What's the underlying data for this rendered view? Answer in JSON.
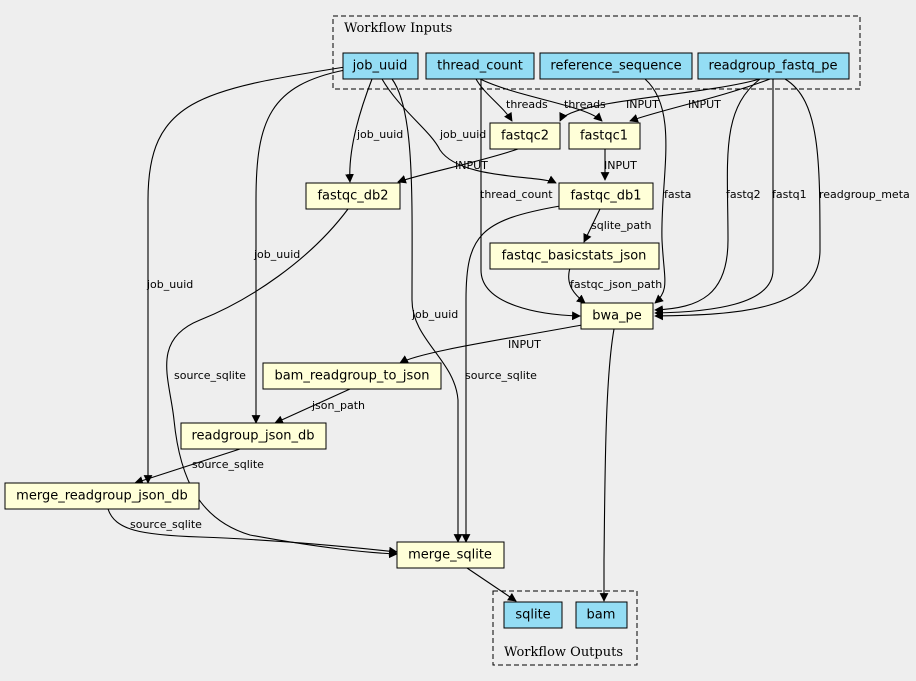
{
  "clusters": {
    "inputs_title": "Workflow Inputs",
    "outputs_title": "Workflow Outputs"
  },
  "colors": {
    "background": "#eeeeee",
    "io_node": "#94ddf4",
    "step_node": "#ffffd8"
  },
  "inputs": {
    "job_uuid": "job_uuid",
    "thread_count": "thread_count",
    "reference_sequence": "reference_sequence",
    "readgroup_fastq_pe": "readgroup_fastq_pe"
  },
  "steps": {
    "fastqc2": "fastqc2",
    "fastqc1": "fastqc1",
    "fastqc_db2": "fastqc_db2",
    "fastqc_db1": "fastqc_db1",
    "fastqc_basicstats_json": "fastqc_basicstats_json",
    "bwa_pe": "bwa_pe",
    "bam_readgroup_to_json": "bam_readgroup_to_json",
    "readgroup_json_db": "readgroup_json_db",
    "merge_readgroup_json_db": "merge_readgroup_json_db",
    "merge_sqlite": "merge_sqlite"
  },
  "outputs": {
    "sqlite": "sqlite",
    "bam": "bam"
  },
  "edge_labels": {
    "threads_a": "threads",
    "threads_b": "threads",
    "input_fastqc2": "INPUT",
    "input_fastqc1": "INPUT",
    "job_uuid_db2": "job_uuid",
    "job_uuid_db1": "job_uuid",
    "input_db2": "INPUT",
    "input_db1": "INPUT",
    "thread_count_bwa": "thread_count",
    "fasta": "fasta",
    "fastq2": "fastq2",
    "fastq1": "fastq1",
    "readgroup_meta": "readgroup_meta",
    "sqlite_path": "sqlite_path",
    "fastqc_json_path": "fastqc_json_path",
    "job_uuid_readgroup": "job_uuid",
    "job_uuid_merge_rg": "job_uuid",
    "job_uuid_merge_sqlite": "job_uuid",
    "source_sqlite_db2": "source_sqlite",
    "source_sqlite_db1": "source_sqlite",
    "input_bam_rg": "INPUT",
    "json_path": "json_path",
    "source_sqlite_rg": "source_sqlite",
    "source_sqlite_merge_rg": "source_sqlite"
  }
}
